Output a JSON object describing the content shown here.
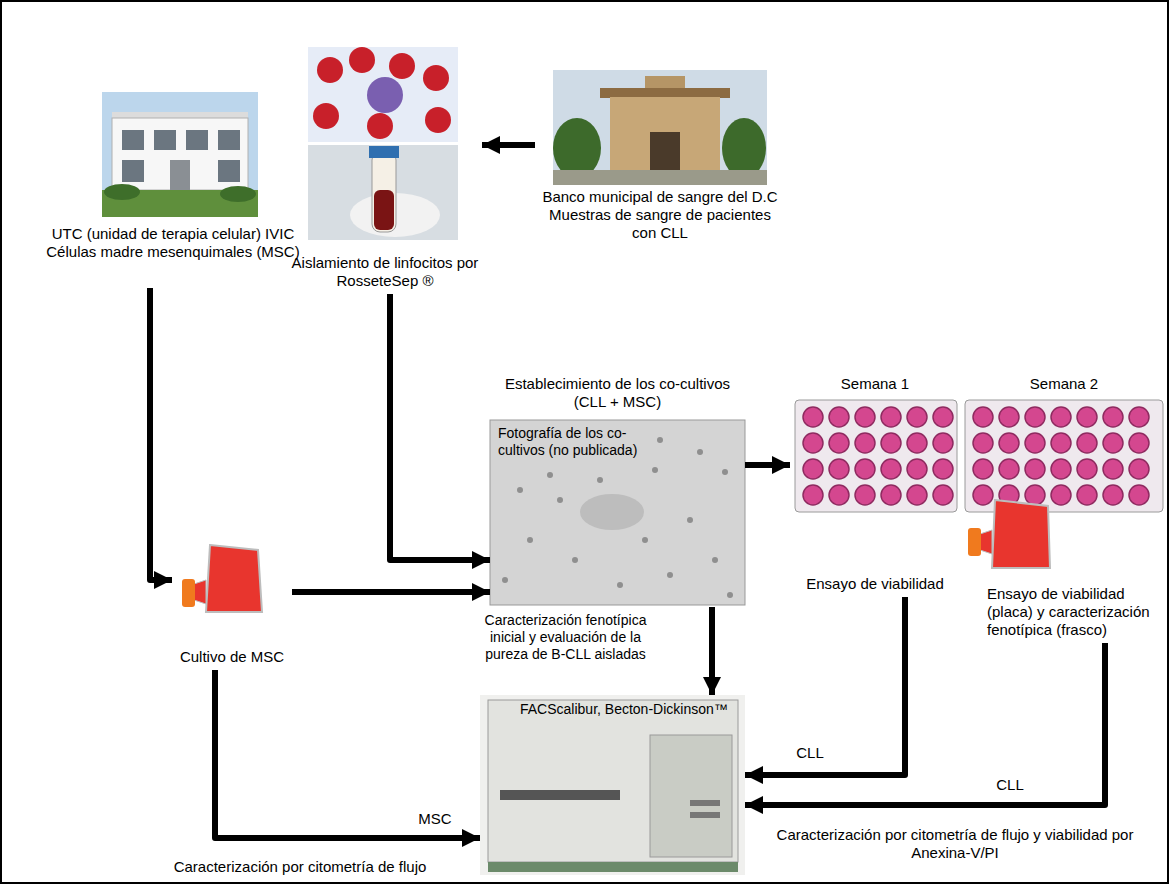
{
  "diagram": {
    "nodes": [
      {
        "text": [
          "UTC (unidad de terapia celular) IVIC Células madre mesenquimales (MSC)"
        ]
      },
      {
        "text": [
          "Aislamiento de linfocitos por RosseteSep ®"
        ]
      },
      {
        "text": [
          "Banco municipal de sangre del D.C Muestras de sangre de pacientes con CLL"
        ]
      },
      {
        "text": [
          "Cultivo de MSC"
        ]
      },
      {
        "text": [
          "Establecimiento de los co-cultivos (CLL + MSC)",
          "Fotografía de los co-cultivos (no publicada)"
        ]
      },
      {
        "text": [
          "Semana 1",
          "Ensayo de viabilidad"
        ]
      },
      {
        "text": [
          "Semana 2",
          "Ensayo de viabilidad (placa) y caracterización fenotípica (frasco)"
        ]
      },
      {
        "text": [
          "FACScalibur, Becton-Dickinson™"
        ]
      }
    ],
    "edges": [
      {
        "from": 2,
        "to": 1,
        "arrow": "to"
      },
      {
        "from": 0,
        "to": 3,
        "arrow": "to"
      },
      {
        "from": 1,
        "to": 4,
        "arrow": "to"
      },
      {
        "from": 3,
        "to": 4,
        "arrow": "to"
      },
      {
        "from": 4,
        "to": 5,
        "arrow": "to"
      },
      {
        "from": 4,
        "to": 7,
        "label": "Caracterización fenotípica inicial y evaluación de la pureza de B-CLL aisladas",
        "arrow": "to"
      },
      {
        "from": 3,
        "to": 7,
        "label": "MSC",
        "arrow": "to"
      },
      {
        "from": 5,
        "to": 7,
        "label": "CLL",
        "arrow": "to"
      },
      {
        "from": 6,
        "to": 7,
        "label": "CLL",
        "arrow": "to"
      }
    ],
    "labels": [
      "Caracterización por citometría de flujo",
      "Caracterización por citometría de flujo y viabilidad por Anexina-V/PI"
    ]
  }
}
